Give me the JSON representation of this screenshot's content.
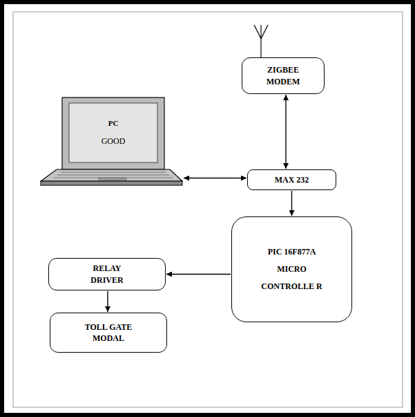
{
  "diagram": {
    "nodes": [
      {
        "text": [
          "ZIGBEE MODEM"
        ]
      },
      {
        "text": [
          "PC",
          "GOOD"
        ]
      },
      {
        "text": [
          "MAX 232"
        ]
      },
      {
        "text": [
          "PIC 16F877A MICRO CONTROLLE R"
        ]
      },
      {
        "text": [
          "RELAY DRIVER"
        ]
      },
      {
        "text": [
          "TOLL GATE MODAL"
        ]
      }
    ],
    "edges": [
      {
        "from": 0,
        "to": 2,
        "arrow": "both"
      },
      {
        "from": 1,
        "to": 2,
        "arrow": "both"
      },
      {
        "from": 2,
        "to": 3,
        "arrow": "to"
      },
      {
        "from": 3,
        "to": 4,
        "arrow": "to"
      },
      {
        "from": 4,
        "to": 5,
        "arrow": "to"
      }
    ]
  }
}
